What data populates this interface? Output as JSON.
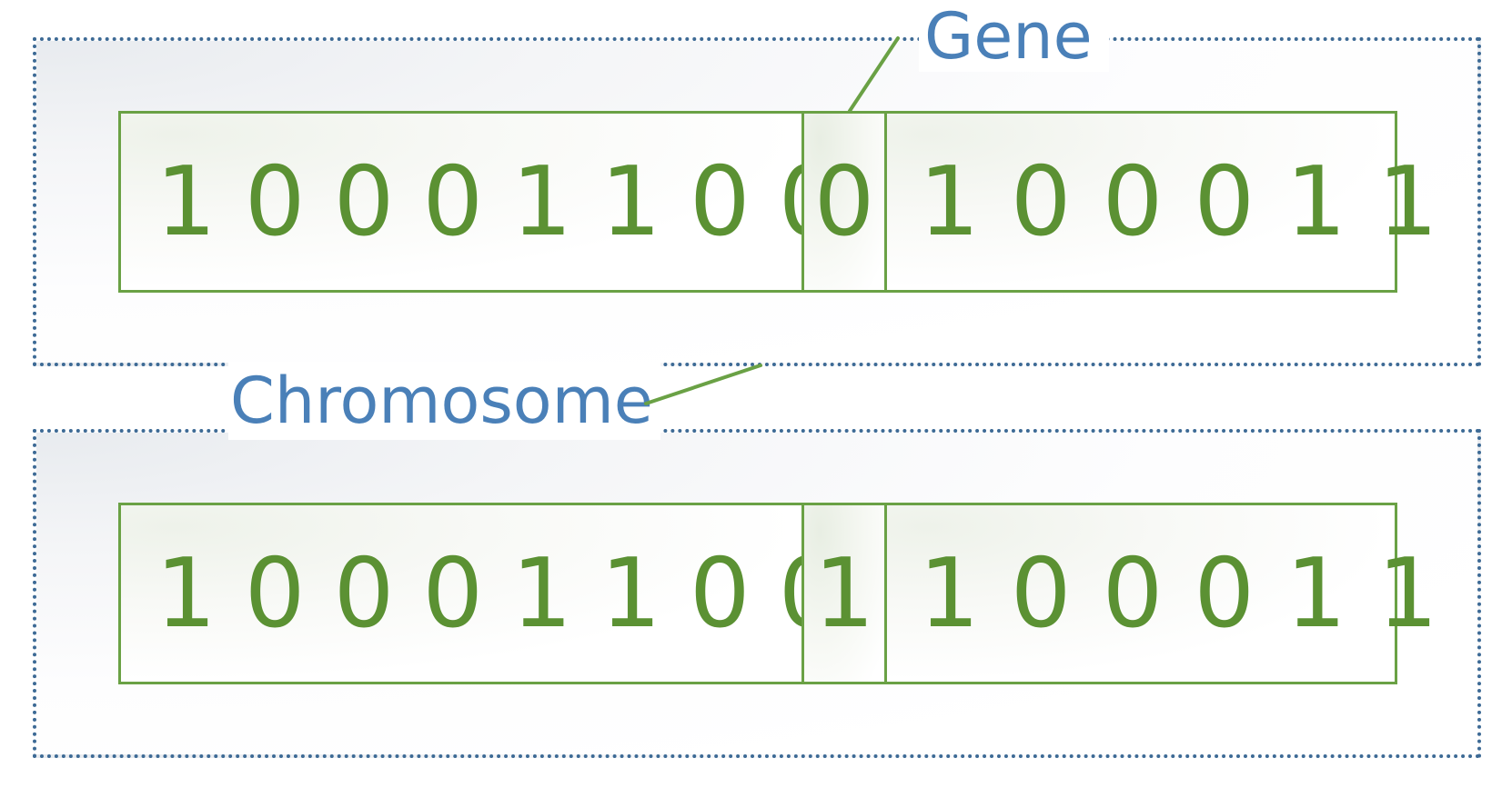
{
  "labels": {
    "gene": "Gene",
    "chromosome": "Chromosome"
  },
  "chromosomes": [
    {
      "left_bits": "10001100",
      "gene_bit": "0",
      "right_bits": "100011"
    },
    {
      "left_bits": "10001100",
      "gene_bit": "1",
      "right_bits": "100011"
    }
  ],
  "colors": {
    "frame_border": "#3d6a95",
    "chromosome_border": "#6aa145",
    "bit_text": "#5b9133",
    "label_text": "#4a80b8",
    "callout_line": "#6aa145"
  }
}
